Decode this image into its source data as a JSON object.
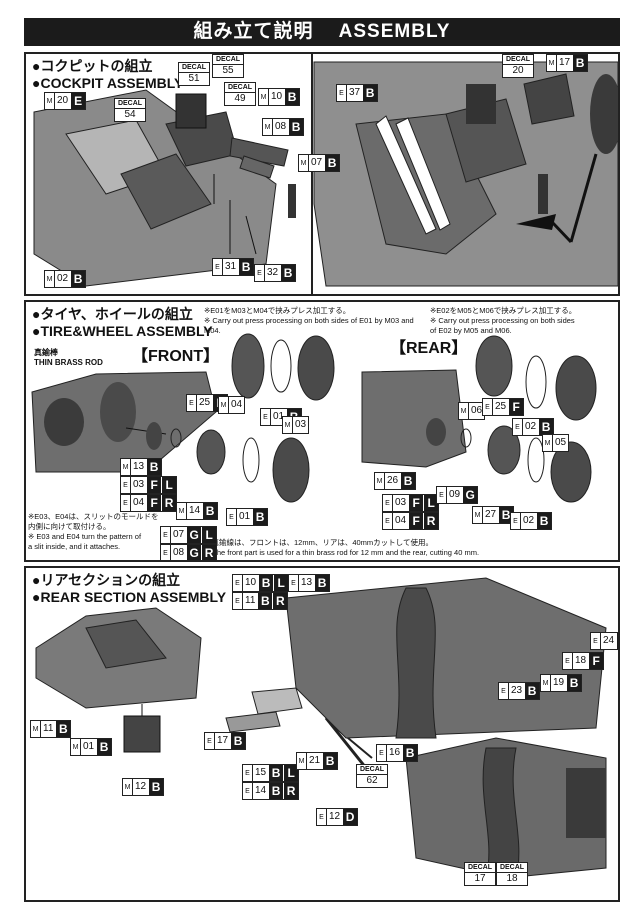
{
  "header": {
    "title_jp": "組み立て説明",
    "title_en": "ASSEMBLY"
  },
  "cockpit": {
    "title_jp": "●コクピットの組立",
    "title_en": "●COCKPIT ASSEMBLY",
    "tags": [
      {
        "letter": "M",
        "num": "20",
        "part": "E"
      },
      {
        "letter": "M",
        "num": "10",
        "part": "B"
      },
      {
        "letter": "M",
        "num": "08",
        "part": "B"
      },
      {
        "letter": "M",
        "num": "07",
        "part": "B"
      },
      {
        "letter": "M",
        "num": "02",
        "part": "B"
      },
      {
        "letter": "E",
        "num": "31",
        "part": "B"
      },
      {
        "letter": "E",
        "num": "32",
        "part": "B"
      },
      {
        "letter": "E",
        "num": "37",
        "part": "B"
      },
      {
        "letter": "M",
        "num": "17",
        "part": "B"
      }
    ],
    "decals": [
      {
        "label": "DECAL",
        "num": "51"
      },
      {
        "label": "DECAL",
        "num": "55"
      },
      {
        "label": "DECAL",
        "num": "49"
      },
      {
        "label": "DECAL",
        "num": "54"
      },
      {
        "label": "DECAL",
        "num": "20"
      }
    ]
  },
  "tire": {
    "title_jp": "●タイヤ、ホイールの組立",
    "title_en": "●TIRE&WHEEL ASSEMBLY",
    "front": "【FRONT】",
    "rear": "【REAR】",
    "brass_jp": "真鍮棒",
    "brass_en": "THIN BRASS ROD",
    "note_front_jp": "※E01をM03とM04で挟みプレス加工する。",
    "note_front_en": "※ Carry out press processing on both sides of E01 by M03 and M04.",
    "note_rear_jp": "※E02をM05とM06で挟みプレス加工する。",
    "note_rear_en1": "※ Carry out press processing on both sides",
    "note_rear_en2": "of E02 by M05 and M06.",
    "note_slit_jp1": "※E03、E04は、スリットのモールドを",
    "note_slit_jp2": "内側に向けて取付ける。",
    "note_slit_en1": "※ E03 and E04 turn the pattern of",
    "note_slit_en2": "a slit inside, and it attaches.",
    "note_rod_jp": "※真鍮線は、フロントは、12mm、リアは、40mmカットして使用。",
    "note_rod_en": "※ The front part is used for a thin brass rod for 12 mm and the rear, cutting 40 mm.",
    "tags": [
      {
        "letter": "E",
        "num": "25",
        "part": "F"
      },
      {
        "letter": "M",
        "num": "04",
        "part": ""
      },
      {
        "letter": "E",
        "num": "01",
        "part": "B"
      },
      {
        "letter": "M",
        "num": "03",
        "part": ""
      },
      {
        "letter": "M",
        "num": "13",
        "part": "B"
      },
      {
        "letter": "E",
        "num": "03",
        "part": "F",
        "part2": "L"
      },
      {
        "letter": "E",
        "num": "04",
        "part": "F",
        "part2": "R"
      },
      {
        "letter": "M",
        "num": "14",
        "part": "B"
      },
      {
        "letter": "E",
        "num": "07",
        "part": "G",
        "part2": "L"
      },
      {
        "letter": "E",
        "num": "08",
        "part": "G",
        "part2": "R"
      },
      {
        "letter": "E",
        "num": "01",
        "part": "B"
      },
      {
        "letter": "M",
        "num": "06",
        "part": ""
      },
      {
        "letter": "E",
        "num": "25",
        "part": "F"
      },
      {
        "letter": "E",
        "num": "02",
        "part": "B"
      },
      {
        "letter": "M",
        "num": "05",
        "part": ""
      },
      {
        "letter": "M",
        "num": "26",
        "part": "B"
      },
      {
        "letter": "E",
        "num": "03",
        "part": "F",
        "part2": "L"
      },
      {
        "letter": "E",
        "num": "04",
        "part": "F",
        "part2": "R"
      },
      {
        "letter": "E",
        "num": "09",
        "part": "G"
      },
      {
        "letter": "M",
        "num": "27",
        "part": "B"
      },
      {
        "letter": "E",
        "num": "02",
        "part": "B"
      }
    ]
  },
  "rear": {
    "title_jp": "●リアセクションの組立",
    "title_en": "●REAR SECTION ASSEMBLY",
    "tags": [
      {
        "letter": "E",
        "num": "10",
        "part": "B",
        "part2": "L"
      },
      {
        "letter": "E",
        "num": "11",
        "part": "B",
        "part2": "R"
      },
      {
        "letter": "E",
        "num": "13",
        "part": "B"
      },
      {
        "letter": "M",
        "num": "11",
        "part": "B"
      },
      {
        "letter": "M",
        "num": "01",
        "part": "B"
      },
      {
        "letter": "M",
        "num": "12",
        "part": "B"
      },
      {
        "letter": "E",
        "num": "17",
        "part": "B"
      },
      {
        "letter": "E",
        "num": "15",
        "part": "B",
        "part2": "L"
      },
      {
        "letter": "E",
        "num": "14",
        "part": "B",
        "part2": "R"
      },
      {
        "letter": "M",
        "num": "21",
        "part": "B"
      },
      {
        "letter": "E",
        "num": "16",
        "part": "B"
      },
      {
        "letter": "E",
        "num": "12",
        "part": "D"
      },
      {
        "letter": "E",
        "num": "24",
        "part": "F"
      },
      {
        "letter": "E",
        "num": "18",
        "part": "F"
      },
      {
        "letter": "M",
        "num": "19",
        "part": "B"
      },
      {
        "letter": "E",
        "num": "23",
        "part": "B"
      }
    ],
    "decals": [
      {
        "label": "DECAL",
        "num": "62"
      },
      {
        "label": "DECAL",
        "num": "17"
      },
      {
        "label": "DECAL",
        "num": "18"
      }
    ]
  }
}
